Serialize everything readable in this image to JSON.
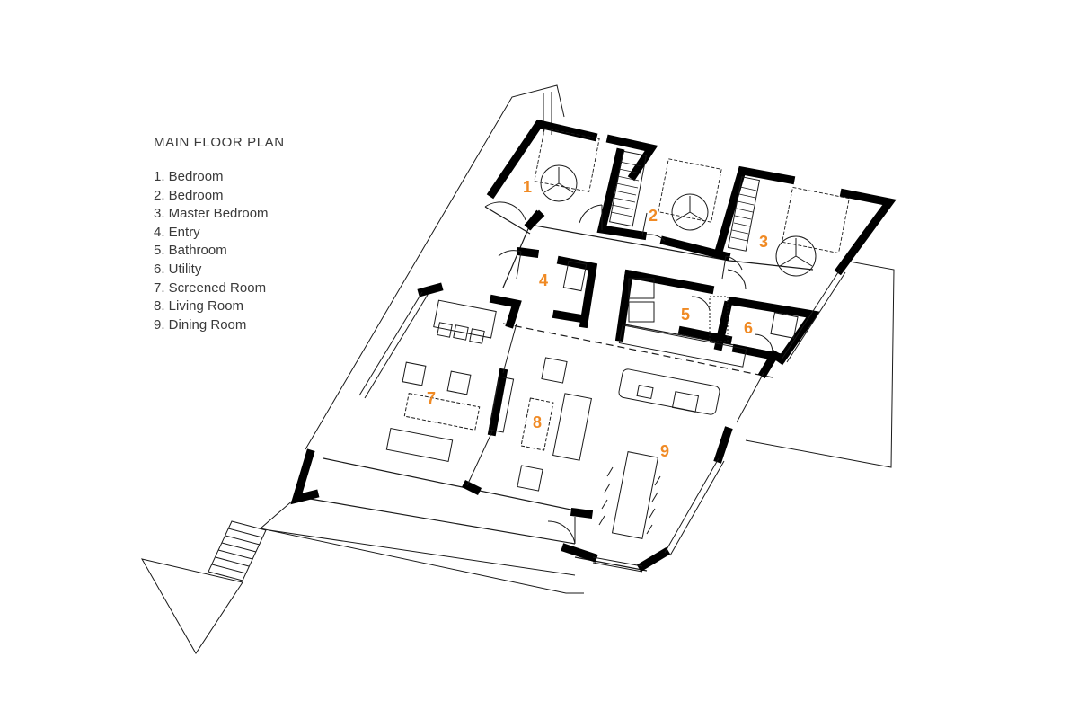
{
  "plan": {
    "title": "MAIN FLOOR PLAN",
    "accent_color": "#f08a24",
    "wall_color": "#000000",
    "line_color": "#1a1a1a",
    "rooms": [
      {
        "number": "1",
        "label": "1. Bedroom"
      },
      {
        "number": "2",
        "label": "2. Bedroom"
      },
      {
        "number": "3",
        "label": "3. Master Bedroom"
      },
      {
        "number": "4",
        "label": "4. Entry"
      },
      {
        "number": "5",
        "label": "5. Bathroom"
      },
      {
        "number": "6",
        "label": "6. Utility"
      },
      {
        "number": "7",
        "label": "7. Screened Room"
      },
      {
        "number": "8",
        "label": "8. Living Room"
      },
      {
        "number": "9",
        "label": "9. Dining Room"
      }
    ]
  }
}
